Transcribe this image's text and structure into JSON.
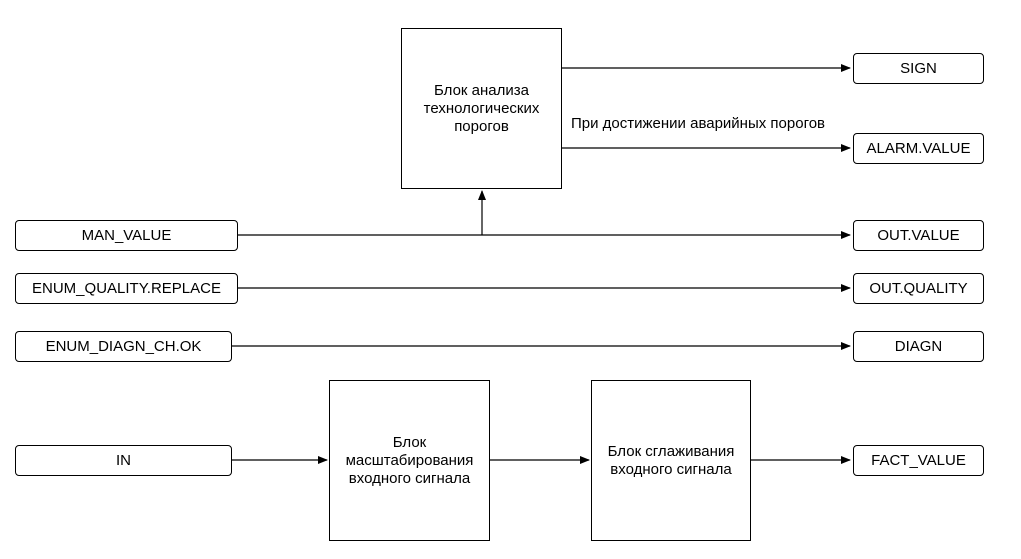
{
  "blocks": {
    "threshold_analysis": "Блок анализа\nтехнологических\nпорогов",
    "scaling": "Блок\nмасштабирования\nвходного сигнала",
    "smoothing": "Блок сглаживания\nвходного сигнала"
  },
  "inputs": {
    "man_value": "MAN_VALUE",
    "enum_quality_replace": "ENUM_QUALITY.REPLACE",
    "enum_diagn_ch_ok": "ENUM_DIAGN_CH.OK",
    "in": "IN"
  },
  "outputs": {
    "sign": "SIGN",
    "alarm_value": "ALARM.VALUE",
    "out_value": "OUT.VALUE",
    "out_quality": "OUT.QUALITY",
    "diagn": "DIAGN",
    "fact_value": "FACT_VALUE"
  },
  "annotations": {
    "alarm_threshold_note": "При достижении аварийных порогов"
  },
  "colors": {
    "line": "#000000",
    "box_border": "#000000",
    "background": "#ffffff"
  }
}
